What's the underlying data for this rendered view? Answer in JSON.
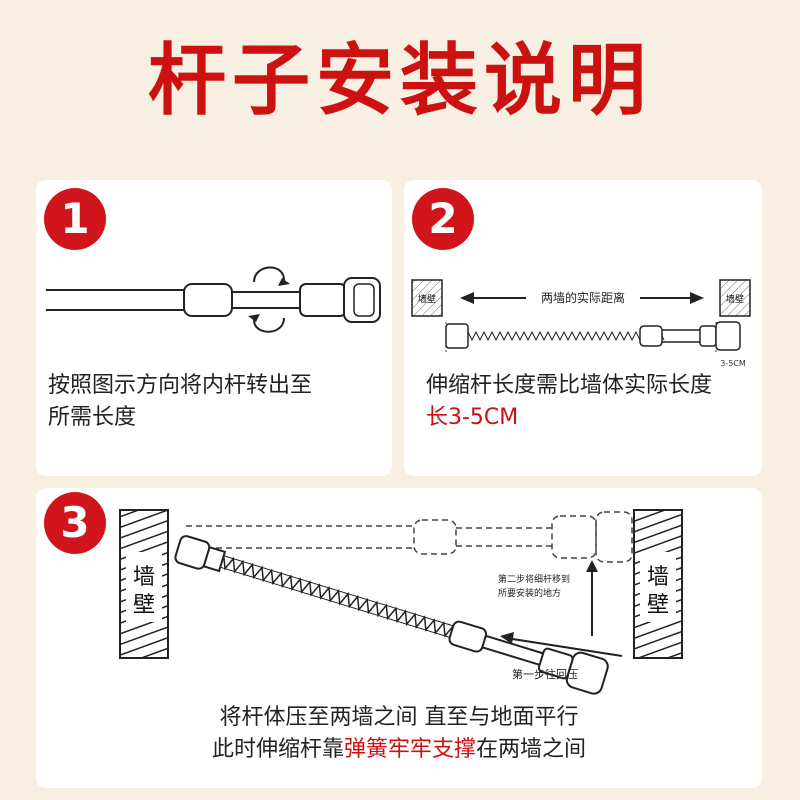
{
  "title": "杆子安装说明",
  "step1": {
    "number": "1",
    "caption_line1": "按照图示方向将内杆转出至",
    "caption_line2": "所需长度"
  },
  "step2": {
    "number": "2",
    "caption_line1": "伸缩杆长度需比墙体实际长度",
    "caption_line2": "长3-5CM",
    "wall_label": "墙壁",
    "distance_label": "两墙的实际距离",
    "gap_label": "3-5CM"
  },
  "step3": {
    "number": "3",
    "caption_line1": "将杆体压至两墙之间 直至与地面平行",
    "caption_line2_prefix": "此时伸缩杆靠",
    "caption_line2_highlight": "弹簧牢牢支撑",
    "caption_line2_suffix": "在两墙之间",
    "wall_label_left": "墙壁",
    "wall_label_right": "墙壁",
    "step_two_note_line1": "第二步将细杆移到",
    "step_two_note_line2": "所要安装的地方",
    "step_one_note": "第一步往回压"
  },
  "colors": {
    "accent": "#d0151c",
    "background": "#f7efe2",
    "card": "#ffffff"
  }
}
